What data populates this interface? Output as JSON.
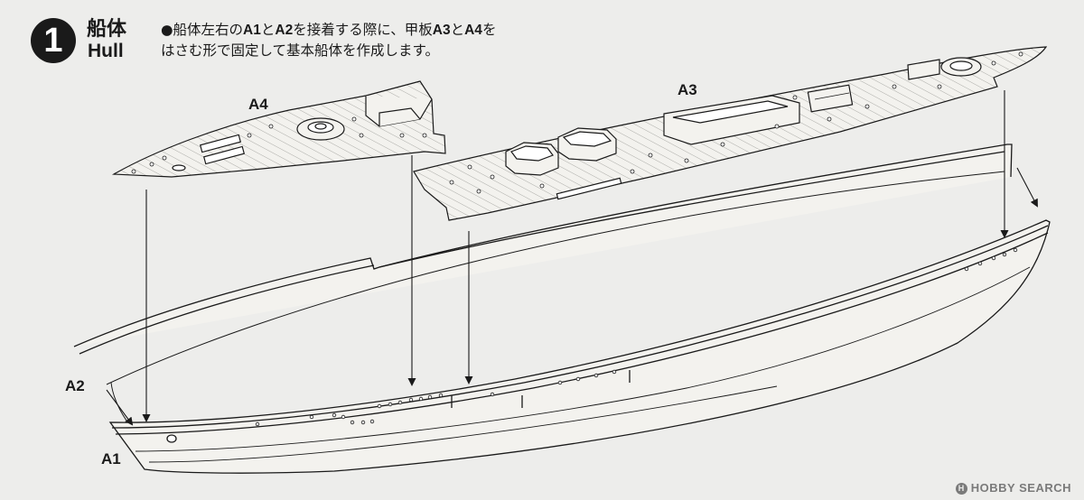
{
  "step": {
    "number": "1",
    "title_ja": "船体",
    "title_en": "Hull"
  },
  "instruction": {
    "bullet": "●",
    "segments": [
      {
        "text": "船体左右の",
        "bold": false
      },
      {
        "text": "A1",
        "bold": true
      },
      {
        "text": "と",
        "bold": false
      },
      {
        "text": "A2",
        "bold": true
      },
      {
        "text": "を接着する際に、甲板",
        "bold": false
      },
      {
        "text": "A3",
        "bold": true
      },
      {
        "text": "と",
        "bold": false
      },
      {
        "text": "A4",
        "bold": true
      },
      {
        "text": "を",
        "bold": false
      },
      {
        "text": "\n",
        "bold": false
      },
      {
        "text": "はさむ形で固定して基本船体を作成します。",
        "bold": false
      }
    ]
  },
  "parts": {
    "a1": "A1",
    "a2": "A2",
    "a3": "A3",
    "a4": "A4"
  },
  "watermark": {
    "mark": "H",
    "text": "HOBBY SEARCH"
  },
  "colors": {
    "ink": "#1a1a1a",
    "paper": "#ededeb",
    "deck_fill": "#f3f2ee",
    "deck_plank": "#9a9a96"
  }
}
